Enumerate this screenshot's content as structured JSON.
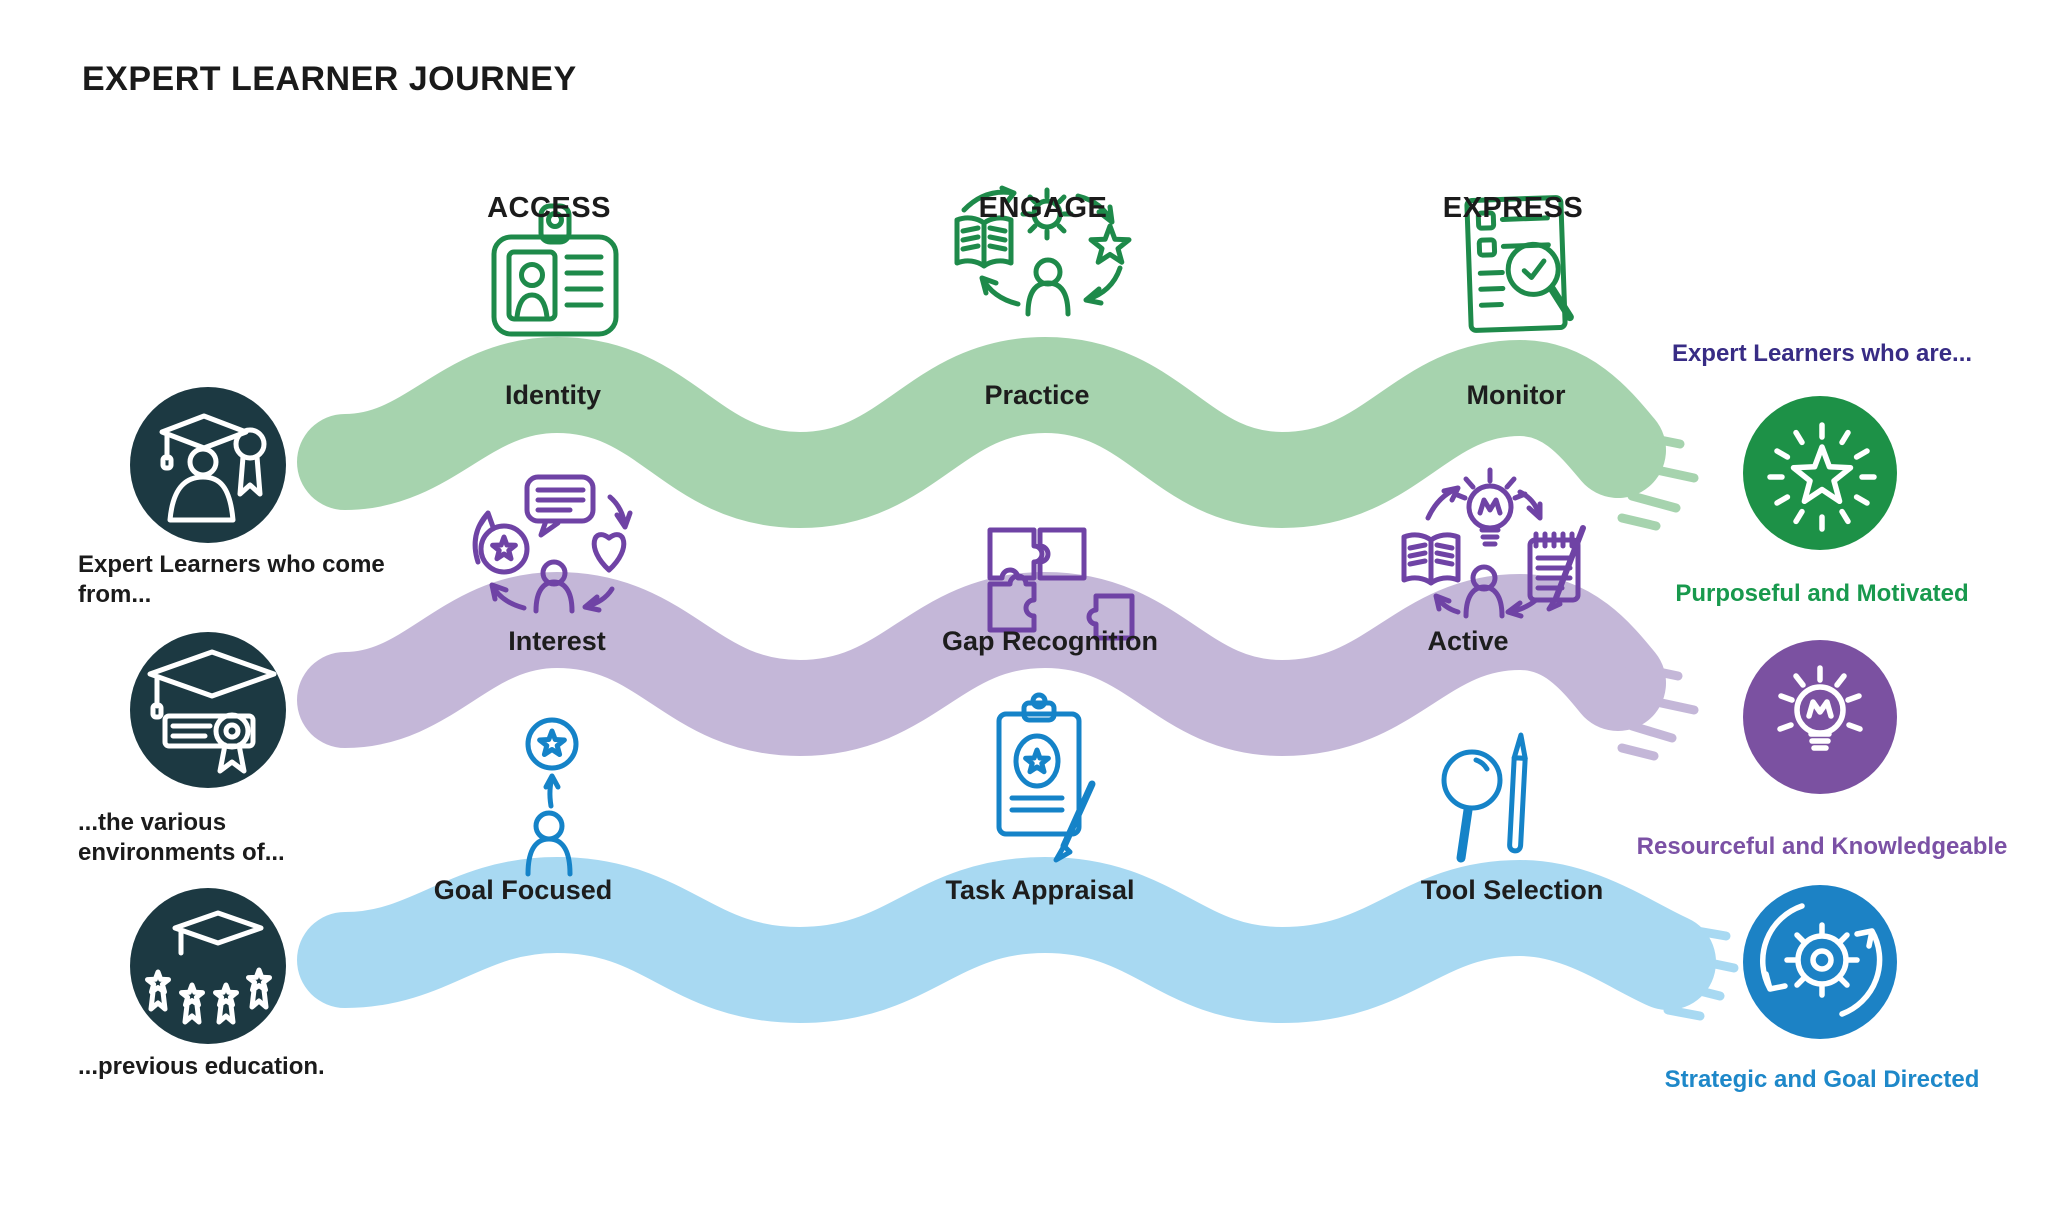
{
  "title": "EXPERT LEARNER JOURNEY",
  "phases": [
    {
      "label": "ACCESS"
    },
    {
      "label": "ENGAGE"
    },
    {
      "label": "EXPRESS"
    }
  ],
  "lanes": [
    {
      "band_color": "#a6d3ae",
      "icon_color": "#1e8a4a",
      "steps": [
        {
          "label": "Identity",
          "icon": "id-badge-icon"
        },
        {
          "label": "Practice",
          "icon": "practice-cycle-icon"
        },
        {
          "label": "Monitor",
          "icon": "monitor-checklist-icon"
        }
      ]
    },
    {
      "band_color": "#c4b7d8",
      "icon_color": "#6f43a5",
      "steps": [
        {
          "label": "Interest",
          "icon": "interest-cycle-icon"
        },
        {
          "label": "Gap Recognition",
          "icon": "puzzle-pieces-icon"
        },
        {
          "label": "Active",
          "icon": "active-cycle-icon"
        }
      ]
    },
    {
      "band_color": "#a8d9f2",
      "icon_color": "#1583c8",
      "steps": [
        {
          "label": "Goal Focused",
          "icon": "person-star-goal-icon"
        },
        {
          "label": "Task Appraisal",
          "icon": "clipboard-star-pencil-icon"
        },
        {
          "label": "Tool Selection",
          "icon": "magnifier-pencil-icon"
        }
      ]
    }
  ],
  "left_column": {
    "circle_color": "#1c3942",
    "items": [
      {
        "caption": "Expert Learners who come from...",
        "icon": "graduate-award-icon"
      },
      {
        "caption": "...the various environments of...",
        "icon": "cap-diploma-icon"
      },
      {
        "caption": "...previous education.",
        "icon": "cap-stars-icon"
      }
    ]
  },
  "right_column": {
    "heading": "Expert Learners who are...",
    "heading_color": "#382c85",
    "outcomes": [
      {
        "label": "Purposeful and Motivated",
        "color": "#18994d",
        "circle_color": "#1d9147",
        "icon": "star-burst-icon"
      },
      {
        "label": "Resourceful and Knowledgeable",
        "color": "#7b51a5",
        "circle_color": "#7b51a1",
        "icon": "lightbulb-icon"
      },
      {
        "label": "Strategic and Goal Directed",
        "color": "#1e88c9",
        "circle_color": "#1c82c5",
        "icon": "gear-cycle-icon"
      }
    ]
  }
}
